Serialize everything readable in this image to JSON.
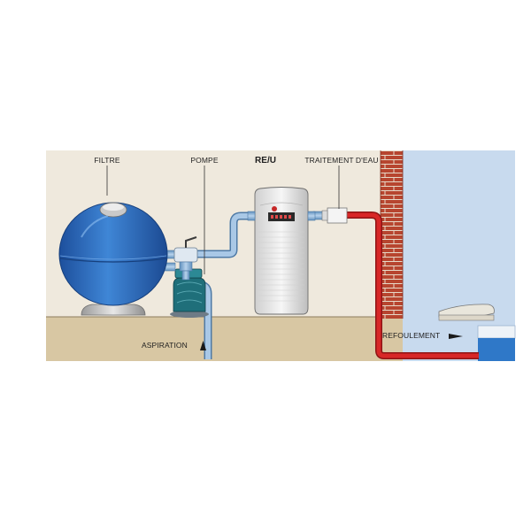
{
  "labels": {
    "filtre": "FILTRE",
    "pompe": "POMPE",
    "reu": "RE/U",
    "traitement": "TRAITEMENT D'EAU",
    "aspiration": "ASPIRATION",
    "refoulement": "REFOULEMENT"
  },
  "colors": {
    "wall": "#efe9dd",
    "ground": "#d8c7a3",
    "filter_blue": "#2f6fc0",
    "pipe_blue": "#7ea8cf",
    "pipe_red": "#c81e1e",
    "brick": "#b5432f",
    "pool_water": "#c9dbef",
    "heater_body": "#e4e4e4"
  },
  "icons": [
    "arrow-up-icon",
    "arrow-right-icon"
  ]
}
